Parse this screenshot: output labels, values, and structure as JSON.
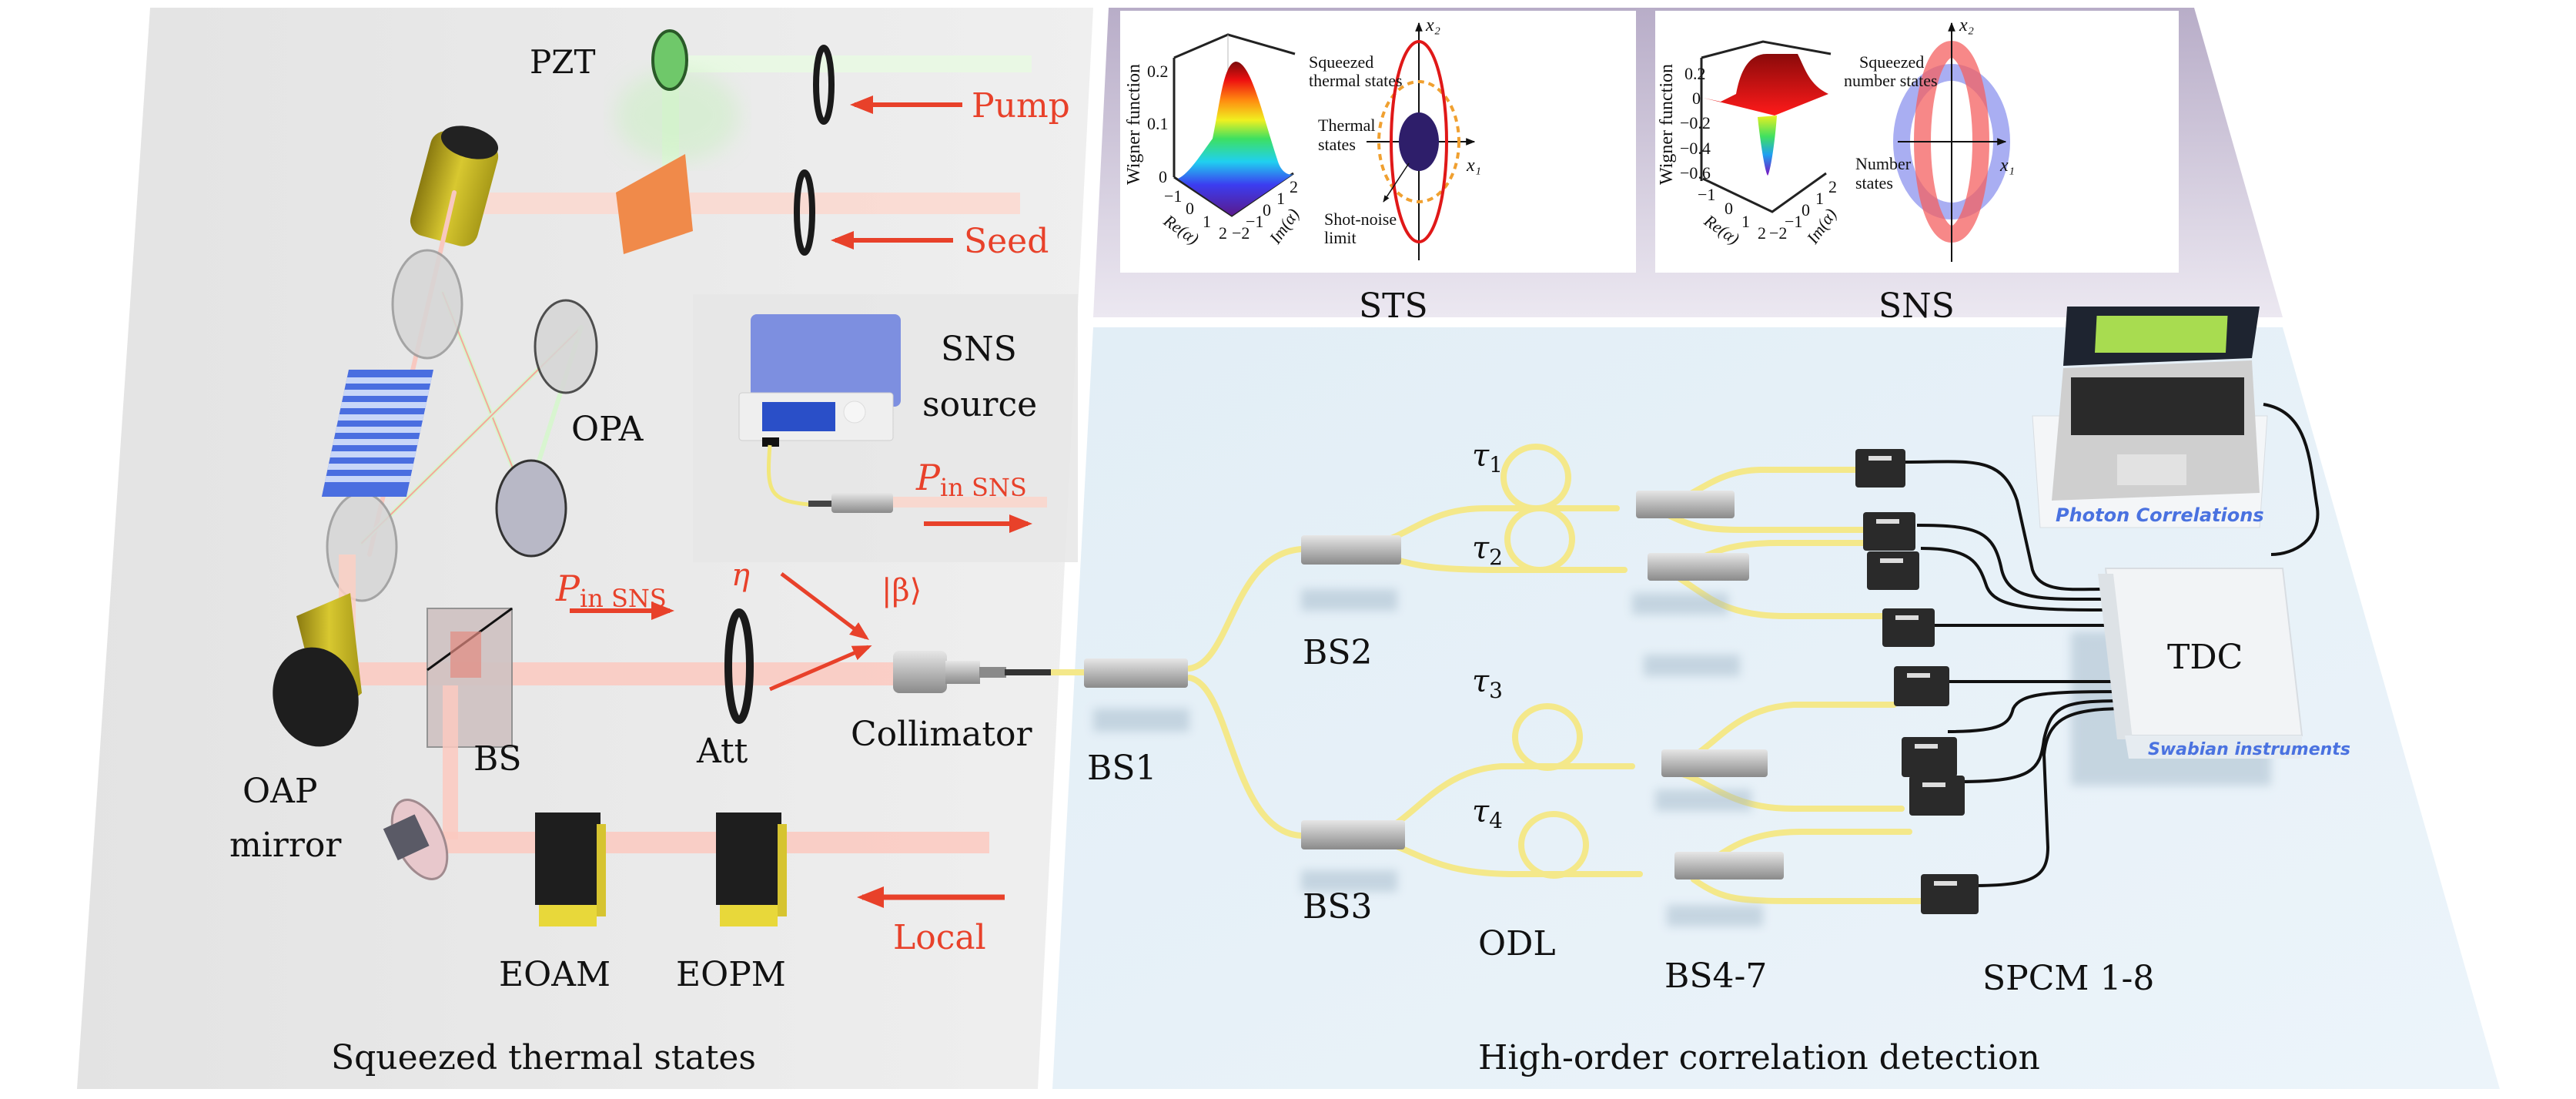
{
  "figure": {
    "panels": {
      "left": {
        "caption": "Squeezed thermal states",
        "color": "#ececec"
      },
      "top_right": {
        "color": "#dcd6e6"
      },
      "bottom_right": {
        "caption": "High-order correlation detection",
        "color": "#e6f1f8"
      }
    },
    "colors": {
      "label_red": "#e8412a",
      "fiber_yellow": "#f4e88a",
      "pump_green": "#cdf5c8",
      "beam_red": "#fbc9bf",
      "device_blue": "#7d8fe0",
      "brand_blue": "#4a72e0"
    }
  },
  "left_setup": {
    "pzt": "PZT",
    "pump": "Pump",
    "seed": "Seed",
    "opa": "OPA",
    "sns_source": [
      "SNS",
      "source"
    ],
    "p_in_sns_top": {
      "main": "P",
      "sub": "in SNS"
    },
    "eta": "η",
    "beta": "|β⟩",
    "p_in_sns_mid": {
      "main": "P",
      "sub": "in SNS"
    },
    "att": "Att",
    "collimator": "Collimator",
    "bs": "BS",
    "oap": [
      "OAP",
      "mirror"
    ],
    "eoam": "EOAM",
    "eopm": "EOPM",
    "local": "Local"
  },
  "insets": {
    "sts": {
      "caption": "STS",
      "wigner": {
        "zlabel": "Wigner function",
        "zticks": [
          "0",
          "0.1",
          "0.2"
        ],
        "xlabel": "Re(α)",
        "ylabel": "Im(α)",
        "xticks": [
          "−1",
          "0",
          "1",
          "2"
        ],
        "yticks": [
          "−2",
          "−1",
          "0",
          "1",
          "2"
        ]
      },
      "phase": {
        "x1": "x₁",
        "x2": "x₂",
        "squeezed": [
          "Squeezed",
          "thermal states"
        ],
        "thermal": [
          "Thermal",
          "states"
        ],
        "shot": [
          "Shot-noise",
          "limit"
        ]
      }
    },
    "sns": {
      "caption": "SNS",
      "wigner": {
        "zlabel": "Wigner function",
        "zticks": [
          "−0.6",
          "−0.4",
          "−0.2",
          "0",
          "0.2"
        ],
        "xlabel": "Re(α)",
        "ylabel": "Im(α)",
        "xticks": [
          "−1",
          "0",
          "1",
          "2"
        ],
        "yticks": [
          "−2",
          "−1",
          "0",
          "1",
          "2"
        ]
      },
      "phase": {
        "x1": "x₁",
        "x2": "x₂",
        "squeezed": [
          "Squeezed",
          "number states"
        ],
        "number": [
          "Number",
          "states"
        ]
      }
    }
  },
  "detection": {
    "bs1": "BS1",
    "bs2": "BS2",
    "bs3": "BS3",
    "bs47": "BS4-7",
    "odl": "ODL",
    "spcm": "SPCM 1-8",
    "tdc": "TDC",
    "taus": [
      {
        "t": "τ",
        "n": "1"
      },
      {
        "t": "τ",
        "n": "2"
      },
      {
        "t": "τ",
        "n": "3"
      },
      {
        "t": "τ",
        "n": "4"
      }
    ],
    "laptop_brand": "Photon Correlations",
    "tdc_brand": "Swabian instruments"
  }
}
